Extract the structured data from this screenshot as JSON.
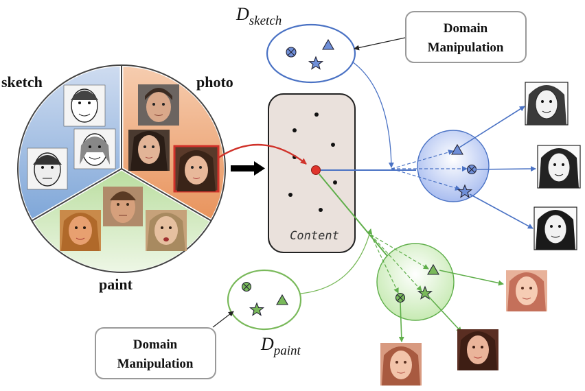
{
  "domains": {
    "sketch": "sketch",
    "photo": "photo",
    "paint": "paint"
  },
  "content_label": "Content",
  "d_sketch": {
    "base": "D",
    "sub": "sketch"
  },
  "d_paint": {
    "base": "D",
    "sub": "paint"
  },
  "manipulation_top": {
    "line1": "Domain",
    "line2": "Manipulation"
  },
  "manipulation_bottom": {
    "line1": "Domain",
    "line2": "Manipulation"
  },
  "colors": {
    "sketch_fill": "#a9c4e8",
    "photo_fill": "#f2b48a",
    "paint_fill": "#d4ebc0",
    "blue": "#4a72c4",
    "green": "#5fae4a",
    "red": "#d0322a",
    "content_fill": "#eae1dc"
  }
}
